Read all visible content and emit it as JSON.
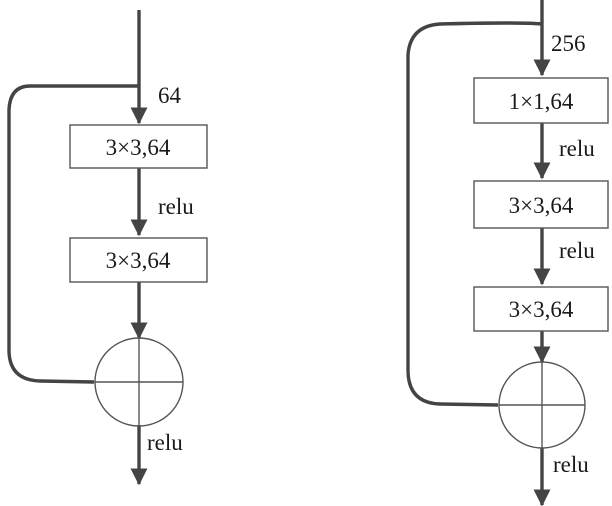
{
  "left_block": {
    "input_label": "64",
    "layers": [
      "3×3,64",
      "3×3,64"
    ],
    "activations": [
      "relu"
    ],
    "output_label": "relu"
  },
  "right_block": {
    "input_label": "256",
    "layers": [
      "1×1,64",
      "3×3,64",
      "3×3,64"
    ],
    "activations": [
      "relu",
      "relu"
    ],
    "output_label": "relu"
  }
}
